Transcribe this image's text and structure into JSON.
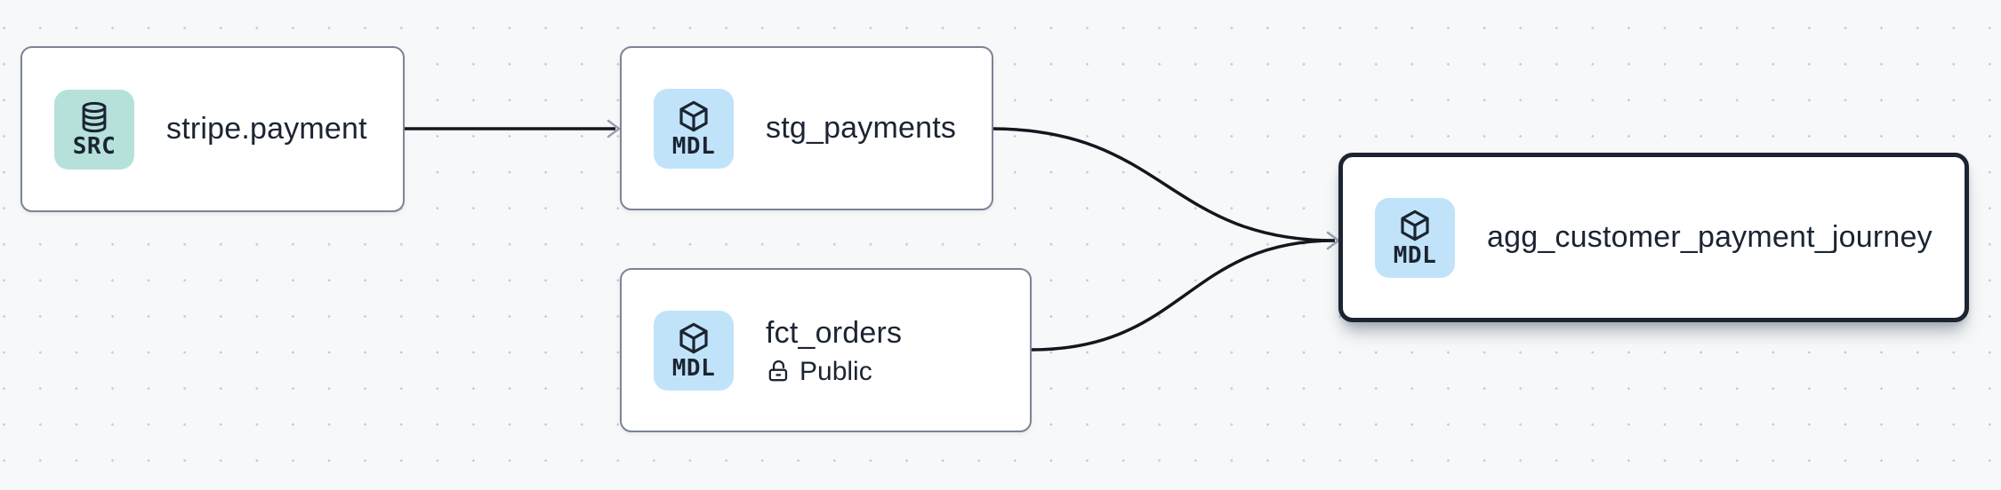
{
  "diagram": {
    "kind": "data-lineage-graph",
    "grid": "dotted"
  },
  "colors": {
    "canvas_bg": "#f7f8f9",
    "grid_dot": "#c6c9d1",
    "node_bg": "#ffffff",
    "node_border": "#7b8496",
    "selected_border": "#1c2433",
    "source_badge_bg": "#b6e1db",
    "model_badge_bg": "#c1e3f9",
    "text": "#1b2432",
    "edge": "#12171f",
    "arrowhead": "#98a0ad"
  },
  "nodes": [
    {
      "title": "stripe.payment",
      "badge": "SRC",
      "type": "source",
      "icon": "database",
      "selected": false
    },
    {
      "title": "stg_payments",
      "badge": "MDL",
      "type": "model",
      "icon": "cube",
      "selected": false
    },
    {
      "title": "fct_orders",
      "badge": "MDL",
      "type": "model",
      "icon": "cube",
      "access": "Public",
      "selected": false
    },
    {
      "title": "agg_customer_payment_journey",
      "badge": "MDL",
      "type": "model",
      "icon": "cube",
      "selected": true
    }
  ],
  "edges": [
    {
      "from": "stripe.payment",
      "to": "stg_payments"
    },
    {
      "from": "stg_payments",
      "to": "agg_customer_payment_journey"
    },
    {
      "from": "fct_orders",
      "to": "agg_customer_payment_journey"
    }
  ]
}
